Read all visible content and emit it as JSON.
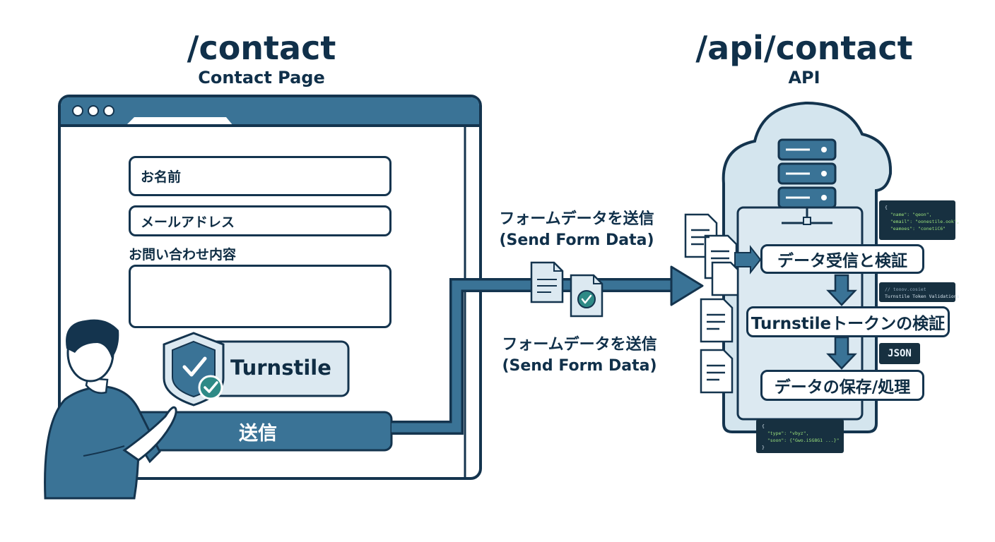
{
  "left": {
    "route": "/contact",
    "subtitle": "Contact Page",
    "form": {
      "name_field": "お名前",
      "email_field": "メールアドレス",
      "message_label": "お問い合わせ内容",
      "message_value": "",
      "turnstile_label": "Turnstile",
      "submit_label": "送信"
    }
  },
  "flow": {
    "label_top_jp": "フォームデータを送信",
    "label_top_en": "(Send Form Data)",
    "label_bottom_jp": "フォームデータを送信",
    "label_bottom_en": "(Send Form Data)"
  },
  "right": {
    "route": "/api/contact",
    "subtitle": "API",
    "steps": [
      "データ受信と検証",
      "Turnstileトークンの検証",
      "データの保存/処理"
    ],
    "json_badge": "JSON",
    "code_snippets": {
      "request": [
        "{",
        "  \"name\": \"qeon\",",
        "  \"email\": \"oonestile.ook\",",
        "  \"eamoes\": \"conetiC6\""
      ],
      "token": [
        "// tooov.cosiet",
        "Turnstile Token Validations"
      ],
      "response": [
        "{",
        "  \"type\": \"vbyz\",",
        "  \"soon\": {\"Gwo.iSG8G1 ...}\"",
        "}"
      ]
    }
  },
  "colors": {
    "navy": "#14344e",
    "steel_blue": "#3a7396",
    "light_blue": "#dce9f1",
    "cloud_blue": "#d4e5ee",
    "check_green": "#2e8a86"
  }
}
